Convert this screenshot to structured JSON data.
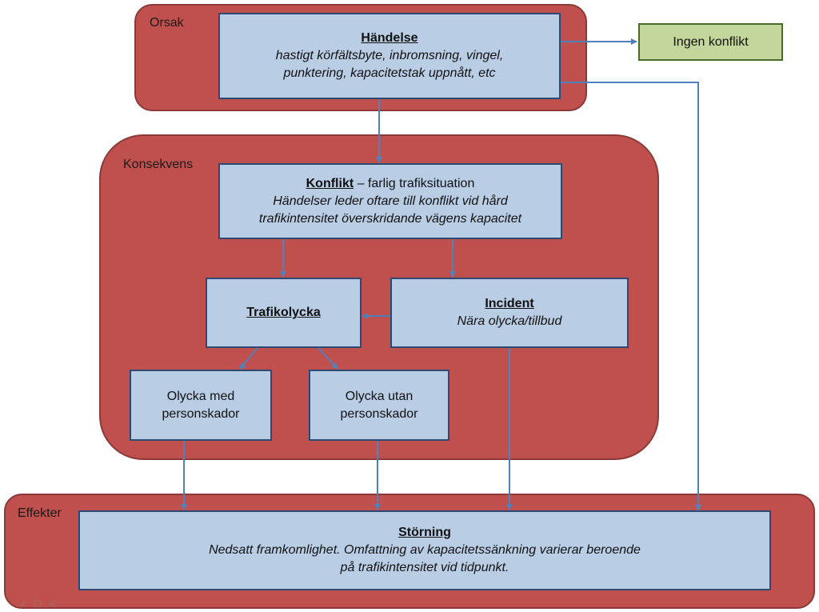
{
  "regions": {
    "orsak": "Orsak",
    "konsekvens": "Konsekvens",
    "effekter": "Effekter"
  },
  "boxes": {
    "handelse": {
      "title": "Händelse",
      "line1": "hastigt körfältsbyte, inbromsning, vingel,",
      "line2": "punktering, kapacitetstak uppnått, etc"
    },
    "ingen_konflikt": "Ingen konflikt",
    "konflikt": {
      "title": "Konflikt",
      "suffix": " – farlig trafiksituation",
      "line1": "Händelser leder oftare till konflikt vid hård",
      "line2": "trafikintensitet överskridande vägens kapacitet"
    },
    "trafikolycka": "Trafikolycka",
    "incident": {
      "title": "Incident",
      "line1": "Nära olycka/tillbud"
    },
    "olycka_med": {
      "line1": "Olycka med",
      "line2": "personskador"
    },
    "olycka_utan": {
      "line1": "Olycka utan",
      "line2": "personskador"
    },
    "storning": {
      "title": "Störning",
      "line1": "Nedsatt framkomlighet. Omfattning av kapacitetssänkning varierar beroende",
      "line2": "på trafikintensitet vid tidpunkt."
    }
  },
  "colors": {
    "region_fill": "#c0504d",
    "box_fill": "#b9cde5",
    "green_fill": "#c3d69b",
    "arrow": "#4f81bd"
  },
  "toolbar_icons": [
    "pen-icon",
    "slide-icon",
    "menu-icon"
  ]
}
